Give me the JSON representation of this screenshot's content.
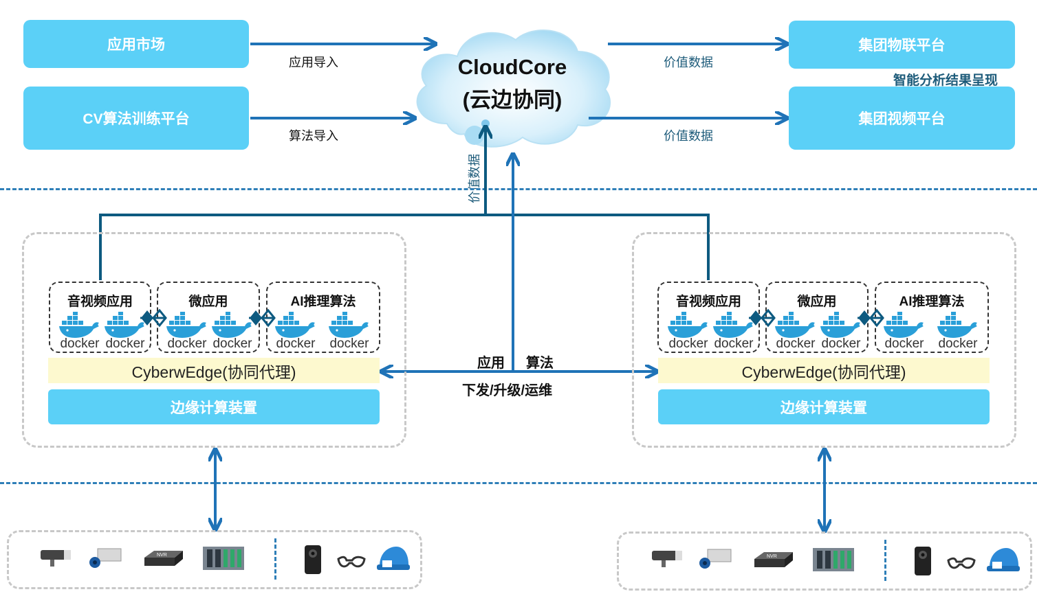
{
  "top_left": {
    "app_market": "应用市场",
    "cv_platform": "CV算法训练平台",
    "app_import": "应用导入",
    "algo_import": "算法导入"
  },
  "cloud": {
    "title": "CloudCore",
    "subtitle": "(云边协同)",
    "value_data_vertical": "价值数据"
  },
  "top_right": {
    "iot_platform": "集团物联平台",
    "video_platform": "集团视频平台",
    "value_data_1": "价值数据",
    "value_data_2": "价值数据",
    "analysis_label": "智能分析结果呈现"
  },
  "center": {
    "app": "应用",
    "algo": "算法",
    "ops": "下发/升级/运维"
  },
  "edge_left": {
    "av_app": "音视频应用",
    "micro_app": "微应用",
    "ai_algo": "AI推理算法",
    "agent": "CyberwEdge(协同代理)",
    "device": "边缘计算装置"
  },
  "edge_right": {
    "av_app": "音视频应用",
    "micro_app": "微应用",
    "ai_algo": "AI推理算法",
    "agent": "CyberwEdge(协同代理)",
    "device": "边缘计算装置"
  },
  "docker_label": "docker",
  "colors": {
    "accent": "#5bd0f7",
    "arrow": "#1f73b7",
    "connector": "#0d5a80",
    "agent_bg": "#fdf9cf"
  }
}
